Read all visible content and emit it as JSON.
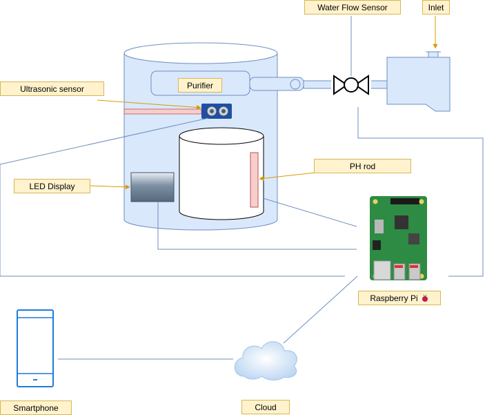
{
  "labels": {
    "water_flow_sensor": "Water Flow Sensor",
    "inlet": "Inlet",
    "ultrasonic_sensor": "Ultrasonic sensor",
    "purifier": "Purifier",
    "ph_rod": "PH rod",
    "led_display": "LED Display",
    "raspberry_pi": "Raspberry Pi",
    "smartphone": "Smartphone",
    "cloud": "Cloud"
  },
  "icons": {
    "raspberry_pi": "raspberry-icon"
  },
  "colors": {
    "label_fill": "#fff2cc",
    "label_border": "#d6b656",
    "connector": "#6c8ebf",
    "tank_fill": "#dae8fc",
    "ph_rod": "#f8cecc",
    "phone_outline": "#1a7ddc",
    "arrow_yellow": "#d79b00"
  }
}
